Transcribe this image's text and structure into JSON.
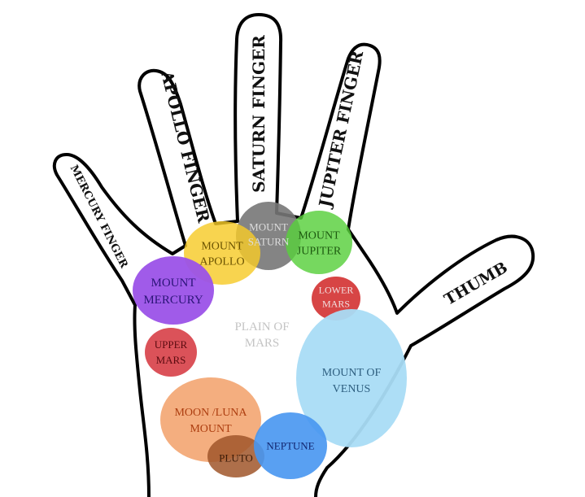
{
  "fingers": {
    "mercury": "MERCURY FINGER",
    "apollo": "APOLLO FINGER",
    "saturn": "SATURN FINGER",
    "jupiter": "JUPITER FINGER",
    "thumb": "THUMB"
  },
  "center": {
    "line1": "PLAIN OF",
    "line2": "MARS"
  },
  "mounts": [
    {
      "id": "saturn",
      "lines": [
        "MOUNT",
        "SATURN"
      ],
      "color": "#777777",
      "text_color": "#dddddd"
    },
    {
      "id": "apollo",
      "lines": [
        "MOUNT",
        "APOLLO"
      ],
      "color": "#f6cb28",
      "text_color": "#6b5200"
    },
    {
      "id": "jupiter",
      "lines": [
        "MOUNT",
        "JUPITER"
      ],
      "color": "#58d03c",
      "text_color": "#1d5a10"
    },
    {
      "id": "mercury",
      "lines": [
        "MOUNT",
        "MERCURY"
      ],
      "color": "#9b52e8",
      "text_color": "#2c1578"
    },
    {
      "id": "lower-mars",
      "lines": [
        "LOWER",
        "MARS"
      ],
      "color": "#d53b3b",
      "text_color": "#f1e0e0"
    },
    {
      "id": "upper-mars",
      "lines": [
        "UPPER",
        "MARS"
      ],
      "color": "#d8434b",
      "text_color": "#5b0b10"
    },
    {
      "id": "venus",
      "lines": [
        "MOUNT OF",
        "VENUS"
      ],
      "color": "#a9dcf5",
      "text_color": "#2e5f80"
    },
    {
      "id": "moon",
      "lines": [
        "MOON /LUNA",
        "MOUNT"
      ],
      "color": "#f2a068",
      "text_color": "#ad3e10"
    },
    {
      "id": "pluto",
      "lines": [
        "PLUTO"
      ],
      "color": "#a0562a",
      "text_color": "#3a1a07"
    },
    {
      "id": "neptune",
      "lines": [
        "NEPTUNE"
      ],
      "color": "#4796f1",
      "text_color": "#122670"
    }
  ]
}
